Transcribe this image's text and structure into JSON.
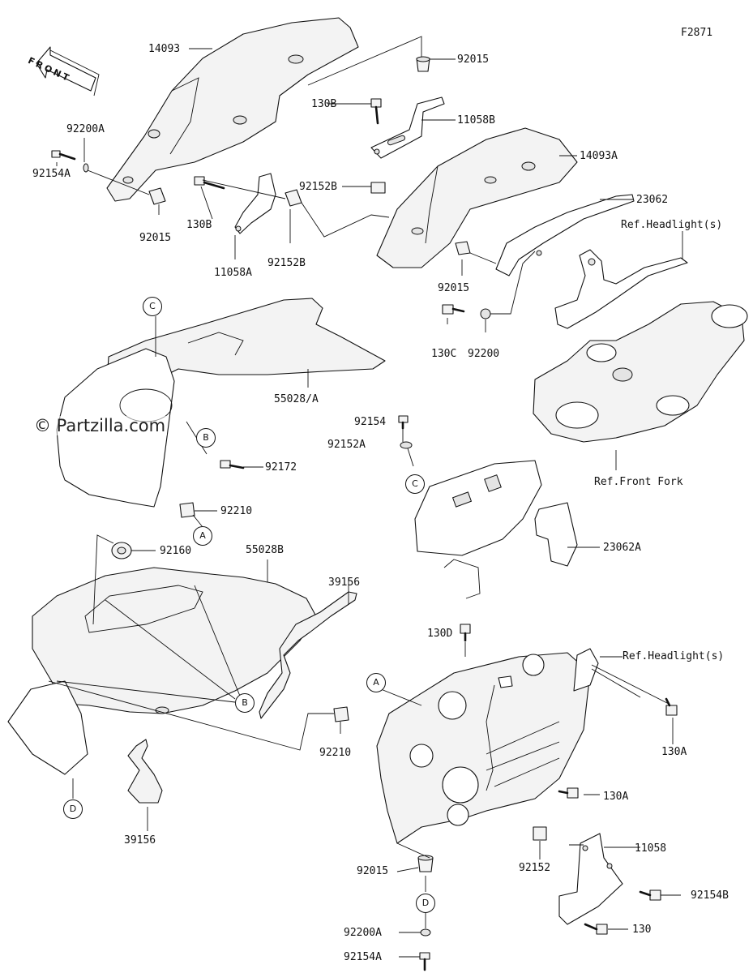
{
  "figure_code": "F2871",
  "watermark": "© Partzilla.com",
  "direction_label": "FRONT",
  "callouts": {
    "c1": "C",
    "c2": "B",
    "c3": "A",
    "c4": "B",
    "c5": "C",
    "c6": "A",
    "c7": "D",
    "c8": "D"
  },
  "labels": {
    "l14093": "14093",
    "l92015a": "92015",
    "l130Ba": "130B",
    "l11058B": "11058B",
    "l92200A_top": "92200A",
    "l92154A_top": "92154A",
    "l14093A": "14093A",
    "l92152B_right": "92152B",
    "l23062": "23062",
    "lRefHead1": "Ref.Headlight(s)",
    "l130Bb": "130B",
    "l92015b": "92015",
    "l92152B_mid": "92152B",
    "l11058A": "11058A",
    "l92015c": "92015",
    "l130C": "130C",
    "l92200": "92200",
    "l55028A": "55028/A",
    "l92154": "92154",
    "l92152A": "92152A",
    "lRefFork": "Ref.Front Fork",
    "l92172": "92172",
    "l92210a": "92210",
    "l23062A": "23062A",
    "l92160": "92160",
    "l55028B": "55028B",
    "l39156a": "39156",
    "l130D": "130D",
    "lRefHead2": "Ref.Headlight(s)",
    "l130Aa": "130A",
    "l92210b": "92210",
    "l130Ab": "130A",
    "l39156b": "39156",
    "l11058": "11058",
    "l92015d": "92015",
    "l92152": "92152",
    "l92154B": "92154B",
    "l130": "130",
    "l92200A_bot": "92200A",
    "l92154A_bot": "92154A"
  }
}
